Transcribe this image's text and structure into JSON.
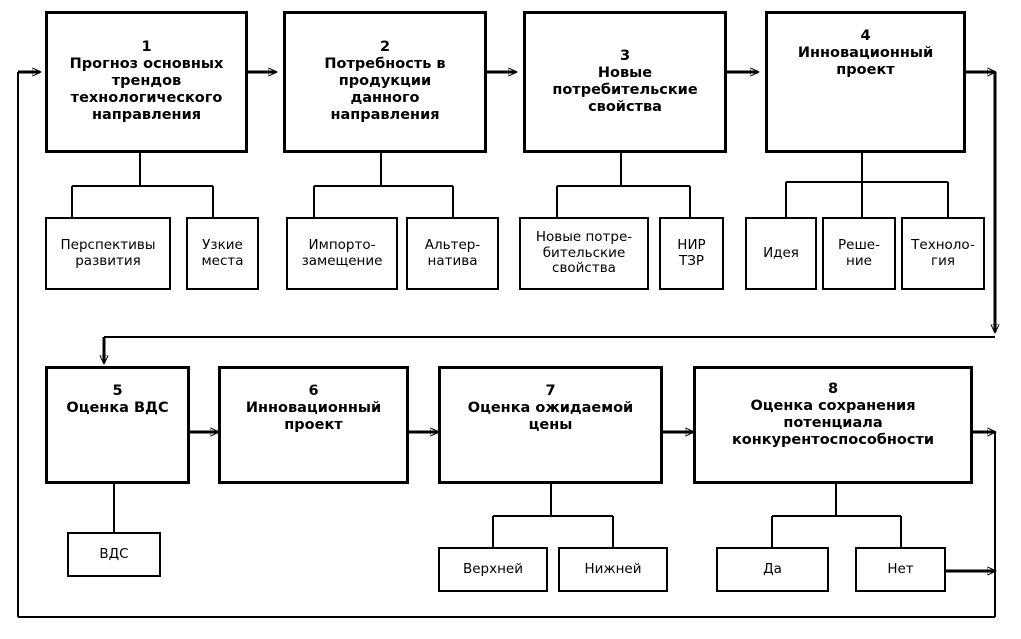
{
  "diagram": {
    "type": "flowchart",
    "title": "",
    "language": "ru",
    "stroke_color": "#000000",
    "background_color": "#ffffff",
    "main_boxes": [
      {
        "id": "box-1",
        "number": "1",
        "label": "Прогноз основных\nтрендов\nтехнологического\nнаправления"
      },
      {
        "id": "box-2",
        "number": "2",
        "label": "Потребность в\nпродукции\nданного\nнаправления"
      },
      {
        "id": "box-3",
        "number": "3",
        "label": "Новые\nпотребительские\nсвойства"
      },
      {
        "id": "box-4",
        "number": "4",
        "label": "Инновационный\nпроект"
      },
      {
        "id": "box-5",
        "number": "5",
        "label": "Оценка ВДС"
      },
      {
        "id": "box-6",
        "number": "6",
        "label": "Инновационный\nпроект"
      },
      {
        "id": "box-7",
        "number": "7",
        "label": "Оценка ожидаемой\nцены"
      },
      {
        "id": "box-8",
        "number": "8",
        "label": "Оценка сохранения\nпотенциала\nконкурентоспособности"
      }
    ],
    "sub_boxes": [
      {
        "id": "sub-1-1",
        "parent": "box-1",
        "label": "Перспективы\nразвития"
      },
      {
        "id": "sub-1-2",
        "parent": "box-1",
        "label": "Узкие\nместа"
      },
      {
        "id": "sub-2-1",
        "parent": "box-2",
        "label": "Импорто-\nзамещение"
      },
      {
        "id": "sub-2-2",
        "parent": "box-2",
        "label": "Альтер-\nнатива"
      },
      {
        "id": "sub-3-1",
        "parent": "box-3",
        "label": "Новые потре-\nбительские\nсвойства"
      },
      {
        "id": "sub-3-2",
        "parent": "box-3",
        "label": "НИР\nТЗР"
      },
      {
        "id": "sub-4-1",
        "parent": "box-4",
        "label": "Идея"
      },
      {
        "id": "sub-4-2",
        "parent": "box-4",
        "label": "Реше-\nние"
      },
      {
        "id": "sub-4-3",
        "parent": "box-4",
        "label": "Технолo-\nгия"
      },
      {
        "id": "sub-5-1",
        "parent": "box-5",
        "label": "ВДС"
      },
      {
        "id": "sub-7-1",
        "parent": "box-7",
        "label": "Верхней"
      },
      {
        "id": "sub-7-2",
        "parent": "box-7",
        "label": "Нижней"
      },
      {
        "id": "sub-8-1",
        "parent": "box-8",
        "label": "Да"
      },
      {
        "id": "sub-8-2",
        "parent": "box-8",
        "label": "Нет"
      }
    ],
    "flow_sequence": [
      "box-1",
      "box-2",
      "box-3",
      "box-4",
      "box-5",
      "box-6",
      "box-7",
      "box-8"
    ],
    "feedback_loop": "box-8 / Нет → right edge → bottom edge → left edge → box-1"
  }
}
